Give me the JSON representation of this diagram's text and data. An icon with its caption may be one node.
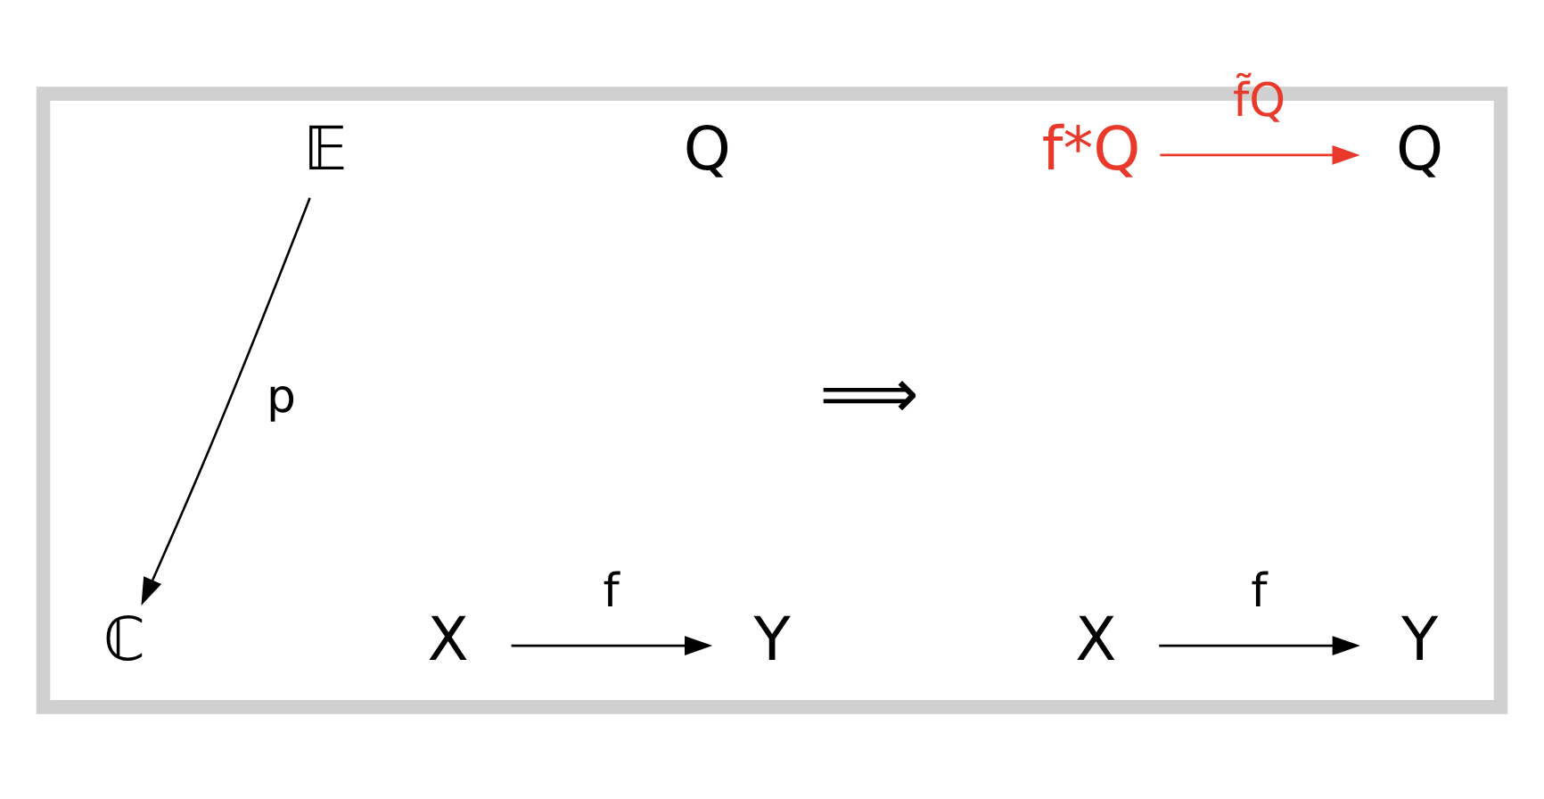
{
  "diagram": {
    "nodes": [
      {
        "text": [],
        "shape": "box"
      },
      {
        "text": [
          "𝔼"
        ],
        "in": 0
      },
      {
        "text": [
          "ℂ"
        ],
        "in": 0
      },
      {
        "text": [
          "Q"
        ],
        "in": 0
      },
      {
        "text": [
          "X"
        ],
        "in": 0
      },
      {
        "text": [
          "Y"
        ],
        "in": 0
      },
      {
        "text": [
          "f*Q"
        ],
        "in": 0
      },
      {
        "text": [
          "Q"
        ],
        "in": 0
      },
      {
        "text": [
          "X"
        ],
        "in": 0
      },
      {
        "text": [
          "Y"
        ],
        "in": 0
      }
    ],
    "edges": [
      {
        "from": 1,
        "to": 2,
        "arrow": "to",
        "label": "p"
      },
      {
        "from": 4,
        "to": 5,
        "arrow": "to",
        "label": "f"
      },
      {
        "from": 6,
        "to": 7,
        "arrow": "to",
        "label": "f̃Q",
        "color": "#e8392a"
      },
      {
        "from": 8,
        "to": 9,
        "arrow": "to",
        "label": "f"
      }
    ],
    "labels": [
      "⟹"
    ]
  }
}
